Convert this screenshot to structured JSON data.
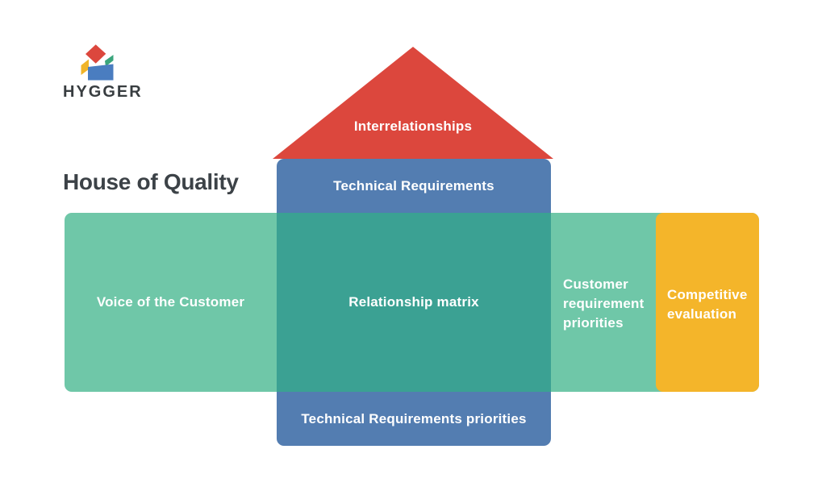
{
  "brand": {
    "name": "HYGGER"
  },
  "page": {
    "title": "House of Quality",
    "background": "#ffffff",
    "title_color": "#3c4247"
  },
  "diagram": {
    "roof": {
      "label": "Interrelationships",
      "color": "#dc473d"
    },
    "technical_requirements": {
      "label": "Technical Requirements",
      "color": "#537db1"
    },
    "voice_of_customer": {
      "label": "Voice of the Customer",
      "color": "#6fc7a8"
    },
    "relationship_matrix": {
      "label": "Relationship matrix",
      "color": "#3ba193"
    },
    "customer_requirement_priorities": {
      "label": "Customer\nrequirement\npriorities",
      "color": "#6fc7a8"
    },
    "competitive_evaluation": {
      "label": "Competitive\nevaluation",
      "color": "#f4b52a"
    },
    "technical_requirements_priorities": {
      "label": "Technical Requirements priorities",
      "color": "#537db1"
    },
    "label_text_color": "#ffffff"
  },
  "logo_colors": {
    "red": "#dc473d",
    "yellow": "#f0b429",
    "green": "#3aa57c",
    "blue": "#4a7dc0"
  }
}
